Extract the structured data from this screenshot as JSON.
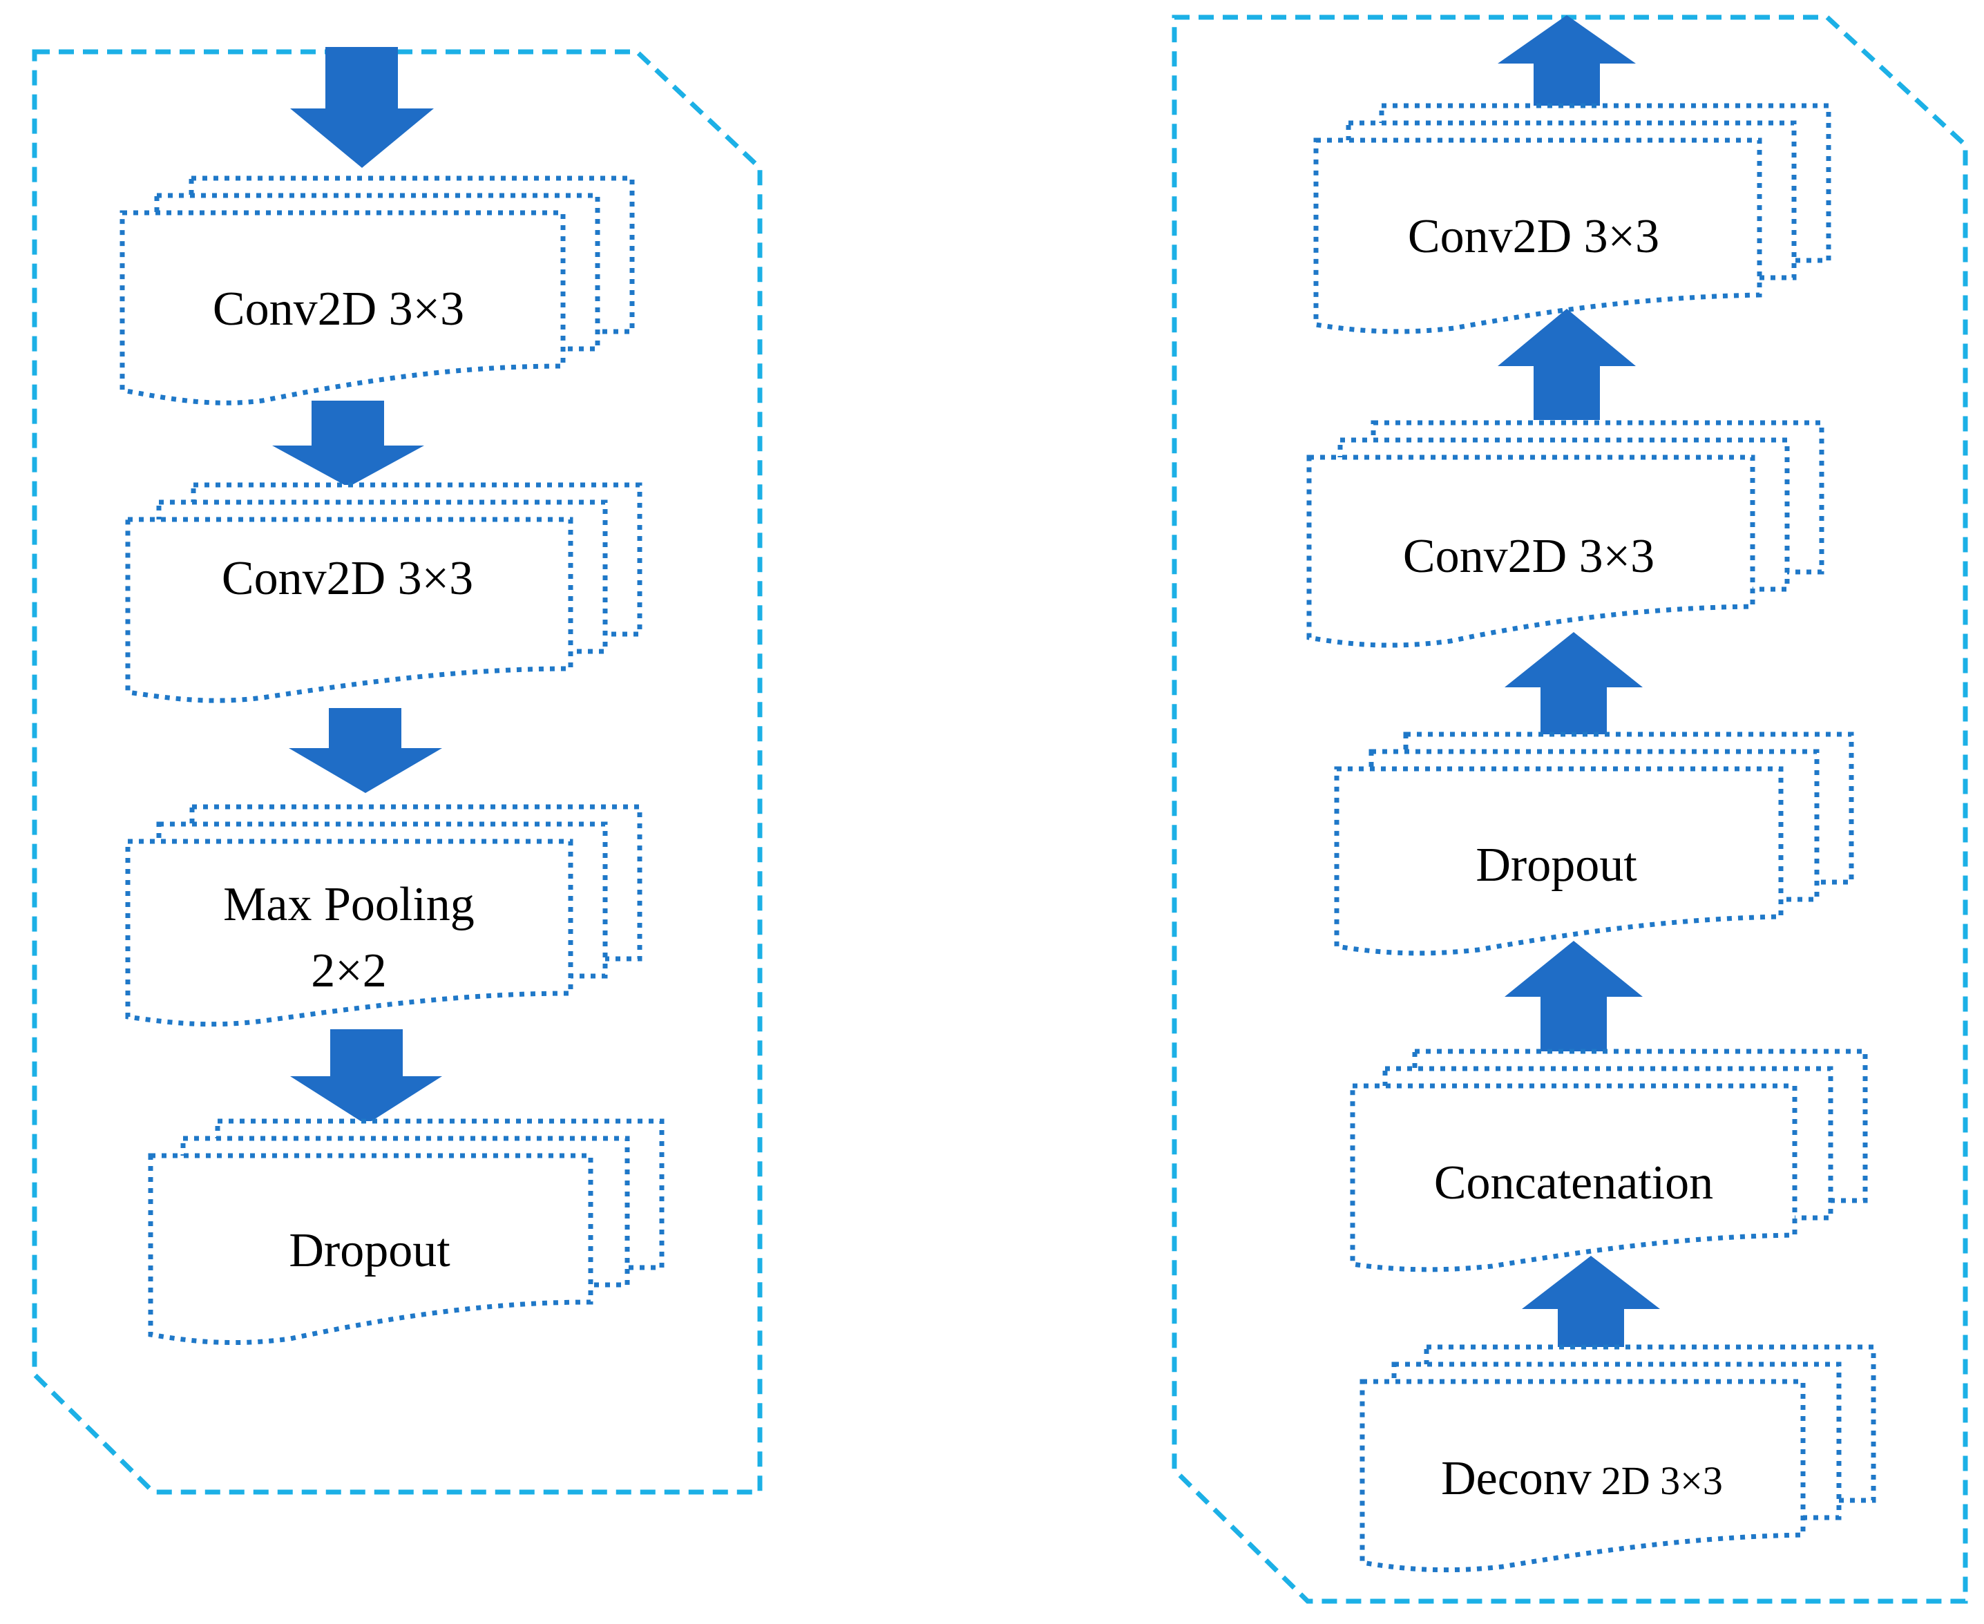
{
  "colors": {
    "outline": "#1cb0e6",
    "doc_border": "#1f78c8",
    "arrow": "#1f6dc6",
    "text": "#000000"
  },
  "encoder": {
    "blocks": [
      {
        "id": "enc-conv1",
        "lines": [
          "Conv2D 3×3"
        ]
      },
      {
        "id": "enc-conv2",
        "lines": [
          "Conv2D 3×3"
        ]
      },
      {
        "id": "enc-maxpool",
        "lines": [
          "Max Pooling",
          "2×2"
        ]
      },
      {
        "id": "enc-dropout",
        "lines": [
          "Dropout"
        ]
      }
    ]
  },
  "decoder": {
    "blocks": [
      {
        "id": "dec-conv-top",
        "lines": [
          "Conv2D 3×3"
        ]
      },
      {
        "id": "dec-conv-mid",
        "lines": [
          "Conv2D 3×3"
        ]
      },
      {
        "id": "dec-dropout",
        "lines": [
          "Dropout"
        ]
      },
      {
        "id": "dec-concat",
        "lines": [
          "Concatenation"
        ]
      },
      {
        "id": "dec-deconv",
        "lines": [
          "Deconv",
          "2D 3×3"
        ]
      }
    ]
  }
}
